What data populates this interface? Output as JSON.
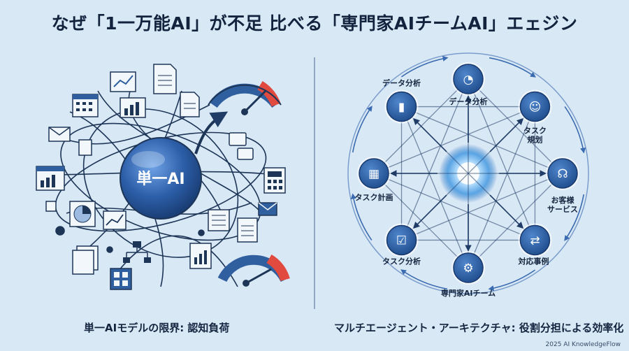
{
  "title": "なぜ「1一万能AI」が不足 比べる「専門家AIチームAI」エェジン",
  "left": {
    "center_label": "単一AI",
    "caption": "単一AIモデルの限界: 認知負荷"
  },
  "right": {
    "caption": "マルチエージェント・アーキテクチャ: 役割分担による効率化",
    "nodes": [
      {
        "label": "データ分析",
        "icon": "pie-chart-icon"
      },
      {
        "label": "タスク\n規划",
        "icon": "user-settings-icon"
      },
      {
        "label": "お客様\nサービス",
        "icon": "headset-icon"
      },
      {
        "label": "対応事例",
        "icon": "flow-icon"
      },
      {
        "label": "専門家AIチーム",
        "icon": "gear-icon"
      },
      {
        "label": "タスク分析",
        "icon": "clipboard-icon"
      },
      {
        "label": "タスク計画",
        "icon": "calendar-check-icon"
      },
      {
        "label": "データ分析",
        "icon": "bar-chart-icon"
      }
    ]
  },
  "footer": "2025 AI KnowledgeFlow",
  "colors": {
    "background": "#d9e8f5",
    "node_blue": "#2f5f9e",
    "gauge_red": "#e04a3f",
    "hub_glow": "#bfe4ff"
  }
}
